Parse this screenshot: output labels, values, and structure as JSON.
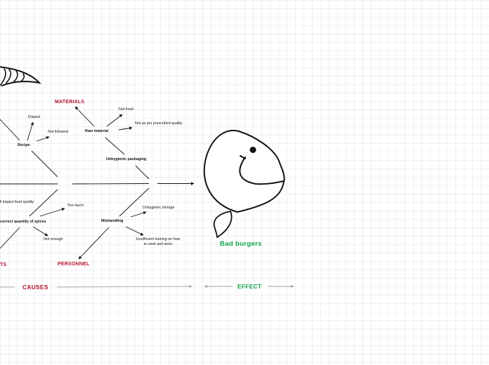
{
  "colors": {
    "category": "#b5122e",
    "effect": "#13a34a",
    "line": "#111111",
    "guide": "#a8a8a8"
  },
  "categories": {
    "materials": "MATERIALS",
    "personnel": "PERSONNEL",
    "methods_partial": "TS"
  },
  "causes": {
    "recipe": "Recipe",
    "recipe_flawed": "Flawed",
    "recipe_not_followed": "Not followed",
    "raw_material": "Raw material",
    "raw_not_fresh": "Not fresh",
    "raw_not_per_quality": "Not as per prescribed quality",
    "unhygienic_packaging": "Unhygienic packaging",
    "food_quality_partial": "ll impact food quality",
    "spices_partial": "correct quantity of spices",
    "spices_too_much": "Too much",
    "spices_not_enough": "Not enough",
    "mishandling": "Mishandling",
    "unhygienic_storage": "Unhygienic storage",
    "insufficient_training": "Insufficient training on how to cook and store"
  },
  "effect": {
    "problem": "Bad burgers"
  },
  "footer": {
    "causes_label": "CAUSES",
    "effect_label": "EFFECT"
  }
}
